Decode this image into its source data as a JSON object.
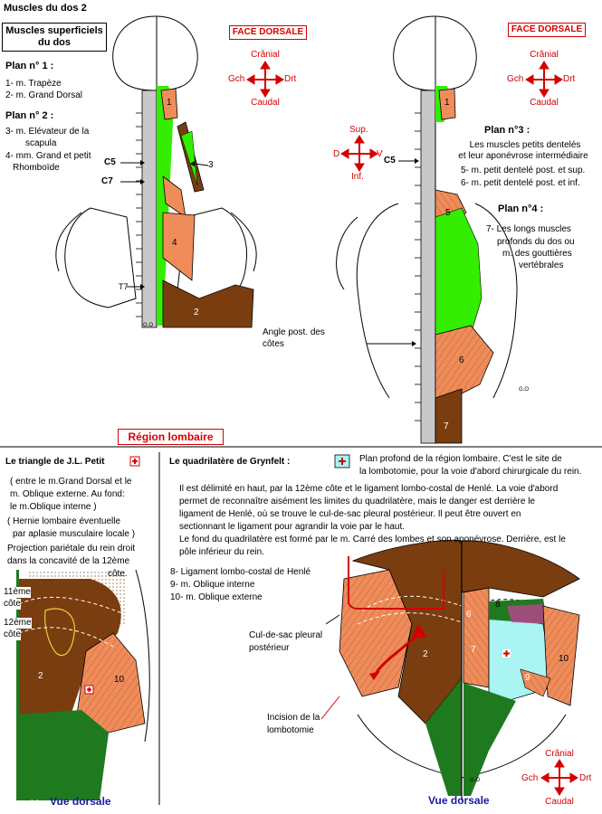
{
  "page_title": "Muscles du dos  2",
  "top_left": {
    "box_title": [
      "Muscles superficiels",
      "du dos"
    ],
    "face": "FACE DORSALE",
    "orientation": {
      "up": "Crânial",
      "down": "Caudal",
      "left": "Gch",
      "right": "Drt"
    },
    "plan1_title": "Plan n° 1 :",
    "plan1_items": [
      "1- m. Trapèze",
      "2- m. Grand Dorsal"
    ],
    "plan2_title": "Plan n° 2 :",
    "plan2_items": [
      "3- m. Elévateur de la",
      "scapula",
      "4- mm. Grand et petit",
      "Rhomboïde"
    ],
    "vertebra_labels": [
      "C5",
      "C7",
      "T7"
    ],
    "numbers": [
      "1",
      "3",
      "4",
      "2"
    ],
    "go_label": "G.O"
  },
  "top_right": {
    "face": "FACE DORSALE",
    "orientation": {
      "up": "Crânial",
      "down": "Caudal",
      "left": "Gch",
      "right": "Drt"
    },
    "orientation2": {
      "up": "Sup.",
      "down": "Inf.",
      "left": "D",
      "right": "V"
    },
    "c5": "C5",
    "plan3_title": "Plan n°3 :",
    "plan3_items": [
      "Les muscles petits dentelés",
      "et leur aponévrose intermédiaire",
      "5- m. petit dentelé post. et sup.",
      "6- m. petit dentelé post. et inf."
    ],
    "plan4_title": "Plan n°4 :",
    "plan4_items": [
      "7- Les longs muscles",
      "profonds du dos ou",
      "m. des gouttières",
      "vertébrales"
    ],
    "angle_label": [
      "Angle post. des",
      "côtes"
    ],
    "numbers": [
      "1",
      "5",
      "6",
      "7"
    ],
    "go_label": "G.O"
  },
  "region_lombaire": "Région lombaire",
  "petit": {
    "title": "Le triangle de J.L. Petit",
    "lines": [
      "( entre le m.Grand Dorsal et le",
      "m. Oblique externe. Au fond:",
      "le m.Oblique interne )",
      "( Hernie lombaire éventuelle",
      "par aplasie musculaire locale )",
      "Projection pariétale du rein droit",
      "dans la concavité de la 12ème",
      "côte."
    ],
    "rib_labels": [
      "11ème",
      "côte",
      "12ème",
      "côte"
    ],
    "numbers": [
      "2",
      "10"
    ],
    "go_label": "G.O",
    "caption": "Vue dorsale"
  },
  "grynfelt": {
    "title": "Le  quadrilatère de Grynfelt :",
    "intro": [
      "Plan profond de la région lombaire. C'est le site de",
      "la lombotomie, pour la voie d'abord chirurgicale du rein."
    ],
    "paragraph": [
      "Il est délimité en haut, par la 12ème côte et le ligament lombo-costal de Henlé. La voie d'abord",
      "permet de reconnaître aisément les limites du quadrilatère, mais le danger est derrière le",
      "ligament de Henlé, où se trouve le cul-de-sac pleural postérieur. Il peut être ouvert en",
      "sectionnant  le ligament pour agrandir la voie par le haut.",
      "Le fond du quadrilatère est formé par le m. Carré des lombes et son aponévrose. Derrière, est le",
      "pôle inférieur du rein."
    ],
    "legend": [
      "8- Ligament lombo-costal de Henlé",
      "9- m. Oblique interne",
      "10- m. Oblique externe"
    ],
    "cul_de_sac": [
      "Cul-de-sac pleural",
      "postérieur"
    ],
    "incision": [
      "Incision de la",
      "lombotomie"
    ],
    "numbers": [
      "2",
      "6",
      "7",
      "8",
      "9",
      "10"
    ],
    "go_label": "G.O",
    "caption": "Vue dorsale",
    "orientation": {
      "up": "Crânial",
      "down": "Caudal",
      "left": "Gch",
      "right": "Drt"
    }
  },
  "colors": {
    "trapeze_green": "#33ee00",
    "muscle_orange": "#f08c5a",
    "dorsal_brown": "#7a3d10",
    "deep_green": "#1f7a1f",
    "kidney_cyan": "#aaf4f4",
    "spine_grey": "#c8c8c8",
    "accent_red": "#d40000",
    "caption_blue": "#1a1aa0"
  }
}
